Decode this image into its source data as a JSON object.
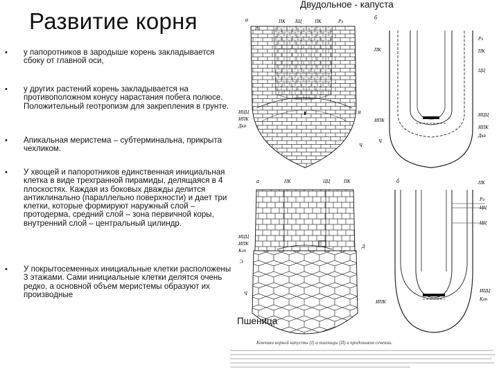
{
  "title": "Развитие корня",
  "bullets": [
    "у папоротников в зародыше корень закладывается сбоку от главной оси,",
    "у других растений корень закладывается на противоположном конусу нарастания побега полюсе. Положительный геотропизм для закрепления в грунте.",
    "Апикальная меристема – субтерминальна, прикрыта чехликом.",
    "У хвощей и папоротников единственная инициальная клетка в виде трехгранной пирамиды, делящаяся в 4 плоскостях. Каждая из боковых дважды делится антиклинально (параллельно поверхности) и дает три клетки, которые формируют наружный слой – протодерма, средний слой – зона первичной коры, внутренний слой – центральный цилиндр.",
    "У покрытосеменных инициальные клетки расположены 3 этажами. Сами инициальные клетки делятся очень редко, а основной объем меристемы образуют их производные"
  ],
  "figure_top_label": "Двудольное - капуста",
  "figure_bottom_label": "Пшеница",
  "figure_caption": "Кончики корней капусты (I) и пшеницы (II) в продольном сечении."
}
